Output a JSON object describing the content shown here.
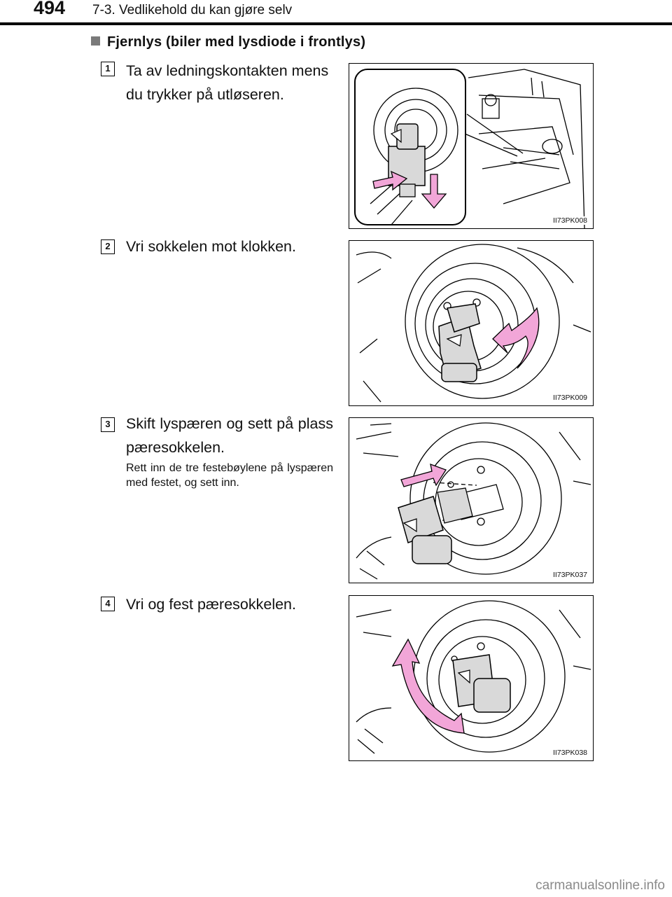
{
  "header": {
    "page_number": "494",
    "chapter_title": "7-3. Vedlikehold du kan gjøre selv"
  },
  "section": {
    "title": "Fjernlys (biler med lysdiode i frontlys)"
  },
  "steps": [
    {
      "number": "1",
      "text": "Ta av ledningskontakten mens du trykker på utløseren.",
      "figure_code": "II73PK008"
    },
    {
      "number": "2",
      "text": "Vri sokkelen mot klokken.",
      "figure_code": "II73PK009"
    },
    {
      "number": "3",
      "text": "Skift lyspæren og sett på plass pæresokkelen.",
      "note": "Rett inn de tre festebøylene på lyspæren med festet, og sett inn.",
      "figure_code": "II73PK037"
    },
    {
      "number": "4",
      "text": "Vri og fest pæresokkelen.",
      "figure_code": "II73PK038"
    }
  ],
  "footer": {
    "watermark": "carmanualsonline.info"
  },
  "colors": {
    "arrow_fill": "#f2a6d8",
    "bulb_fill": "#d9d9d9",
    "marker": "#7a7a7a"
  }
}
